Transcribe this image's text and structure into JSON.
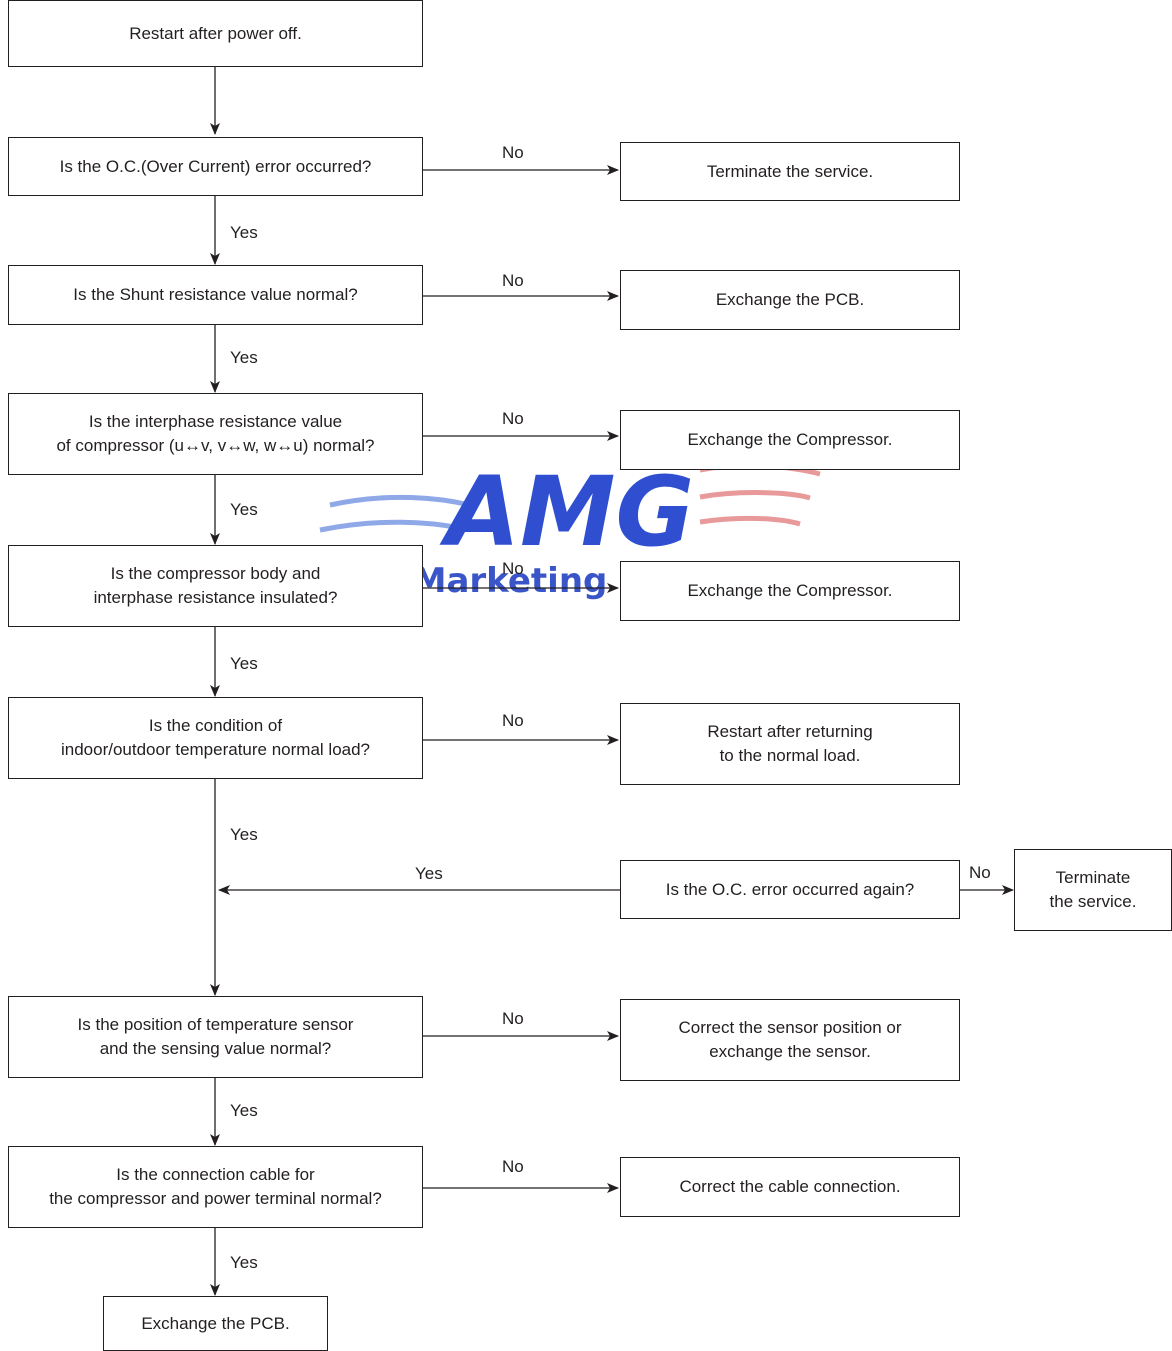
{
  "watermark": {
    "logo_text": "AMG",
    "sub_text": "Marketing",
    "logo_color": "#2f4fd0",
    "stripe_blue": "#8fa8e8",
    "stripe_red": "#e89a9a"
  },
  "steps": {
    "start": "Restart after power off.",
    "q_oc_error": "Is the O.C.(Over Current) error occurred?",
    "q_shunt": "Is the Shunt resistance value normal?",
    "q_interphase": "Is the interphase resistance value\nof compressor (u↔v, v↔w, w↔u) normal?",
    "q_insulated": "Is the compressor body and\ninterphase resistance insulated?",
    "q_condition": "Is the condition of\nindoor/outdoor temperature normal load?",
    "q_oc_again": "Is the O.C. error occurred again?",
    "q_sensor": "Is the position of temperature sensor\nand the sensing value normal?",
    "q_cable": "Is the connection cable for\nthe compressor and power terminal normal?",
    "end_pcb": "Exchange the PCB."
  },
  "actions": {
    "terminate_1": "Terminate the service.",
    "exchange_pcb": "Exchange the PCB.",
    "exchange_compressor_1": "Exchange the Compressor.",
    "exchange_compressor_2": "Exchange the Compressor.",
    "restart_normal_load": "Restart after returning\nto the normal load.",
    "terminate_2": "Terminate\nthe service.",
    "correct_sensor": "Correct the sensor position or\nexchange the sensor.",
    "correct_cable": "Correct the cable connection."
  },
  "labels": {
    "no": "No",
    "yes": "Yes"
  }
}
